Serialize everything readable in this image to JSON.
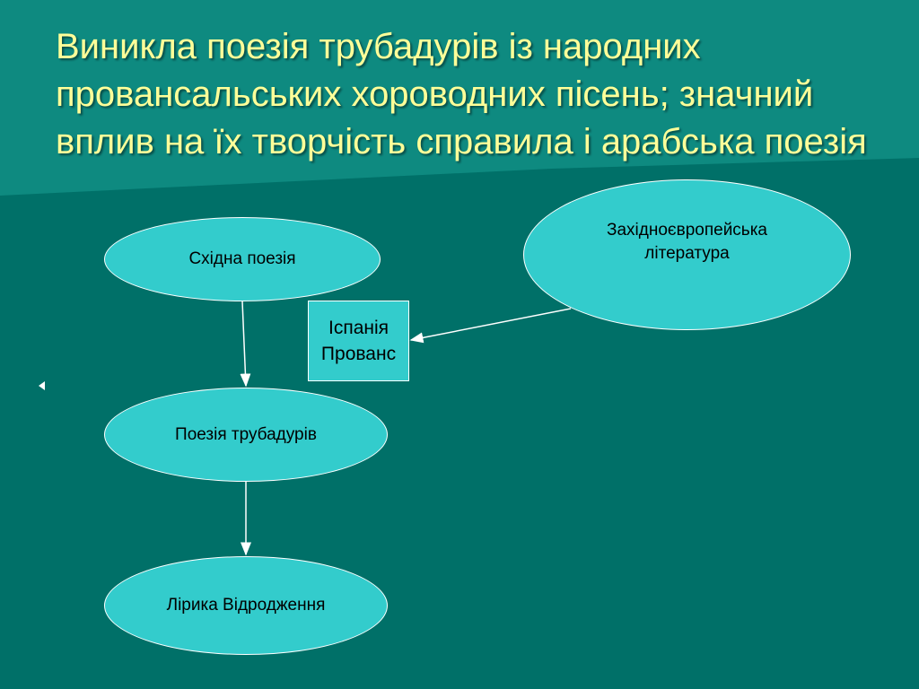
{
  "title": "Виникла поезія трубадурів із народних провансальських хороводних пісень; значний вплив на їх творчість справила і арабська поезія",
  "nodes": {
    "eastern_poetry": "Східна поезія",
    "western_literature": "Західноєвропейська література",
    "spain_provence": "Іспанія Прованс",
    "troubadour_poetry": "Поезія трубадурів",
    "renaissance_lyric": "Лірика Відродження"
  },
  "colors": {
    "background": "#007068",
    "title_text": "#ffff99",
    "node_fill": "#33cccc",
    "node_border": "#ffffff",
    "arrow": "#ffffff"
  }
}
